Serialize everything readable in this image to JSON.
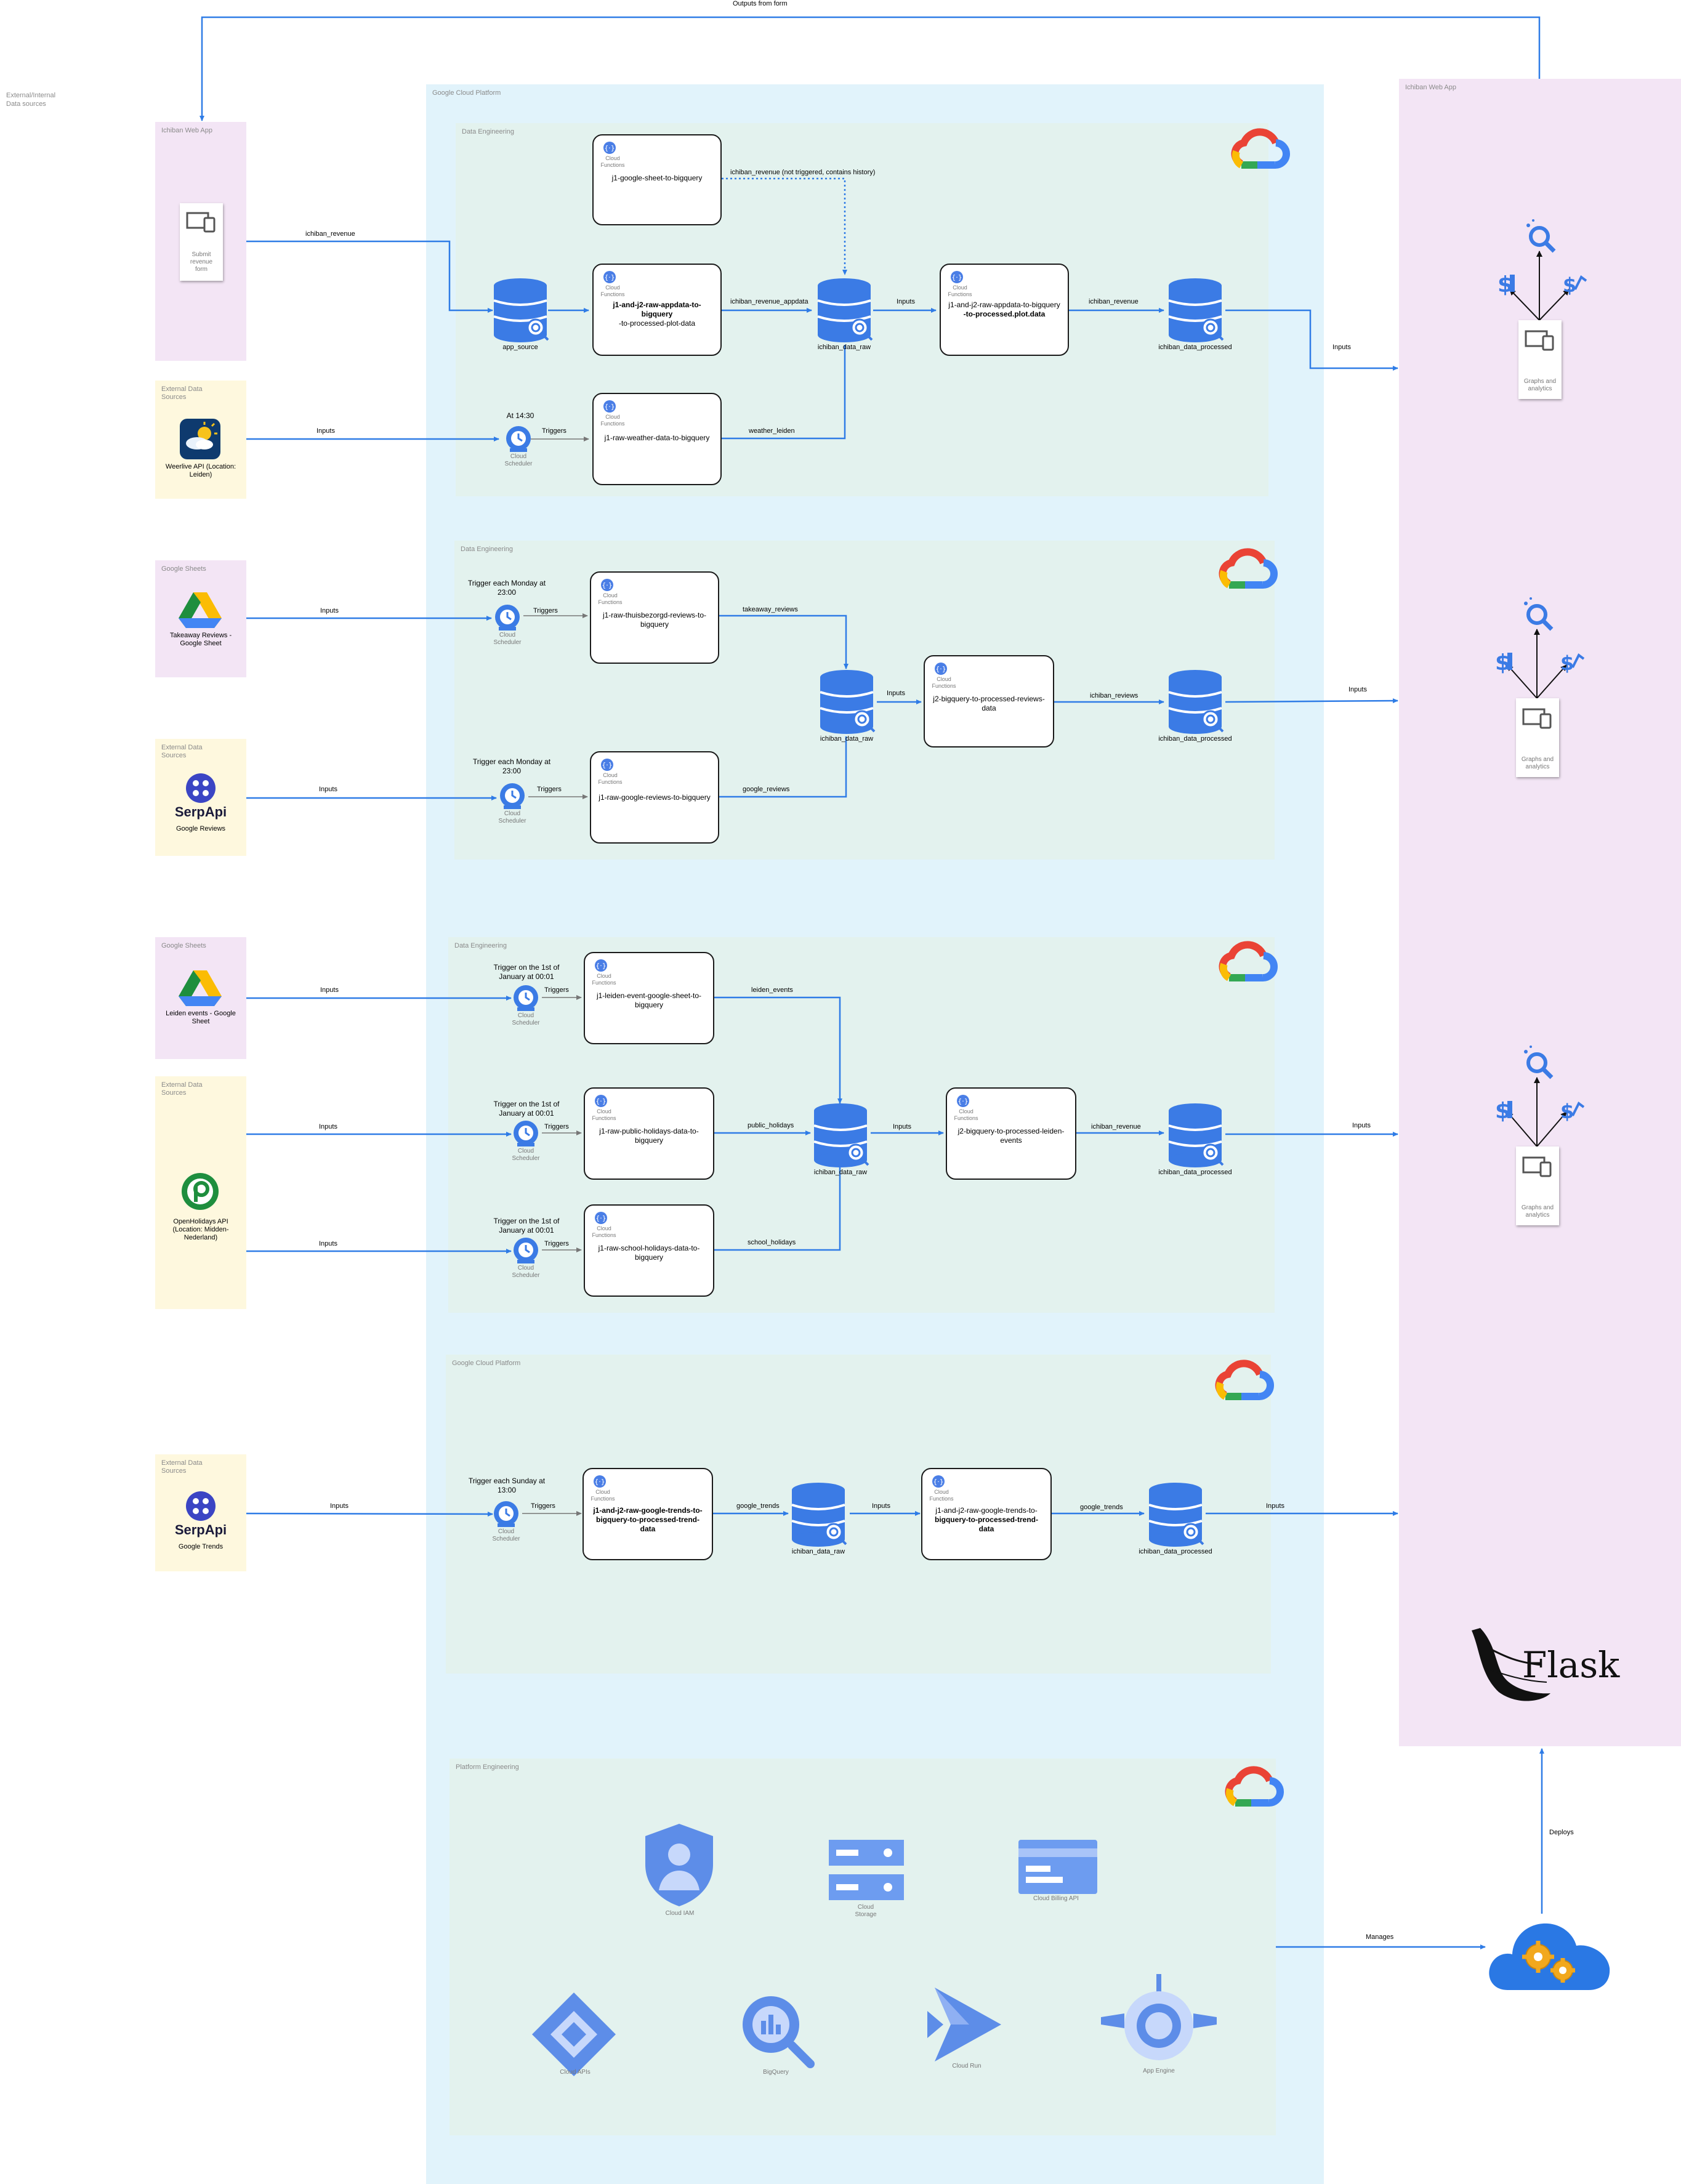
{
  "top": {
    "outputs_label": "Outputs from form"
  },
  "external": {
    "label": "External/Internal\nData sources"
  },
  "gcp_main_label": "Google Cloud Platform",
  "webapp_right": {
    "label": "Ichiban Web App",
    "graphs_label": "Graphs and analytics",
    "flask_label": "Flask"
  },
  "webapp_left": {
    "label": "Ichiban Web App",
    "form_label": "Submit revenue form"
  },
  "ext_weather": {
    "label": "External Data Sources",
    "caption": "Weerlive API (Location: Leiden)"
  },
  "gs_takeaway": {
    "label": "Google Sheets",
    "caption": "Takeaway Reviews - Google Sheet"
  },
  "ext_serp1": {
    "label": "External Data Sources",
    "brand": "SerpApi",
    "caption": "Google Reviews"
  },
  "gs_leiden": {
    "label": "Google Sheets",
    "caption": "Leiden events - Google Sheet"
  },
  "ext_holidays": {
    "label": "External Data Sources",
    "caption": "OpenHolidays API (Location: Midden-Nederland)"
  },
  "ext_serp2": {
    "label": "External Data Sources",
    "brand": "SerpApi",
    "caption": "Google Trends"
  },
  "common": {
    "cloud_functions": "Cloud Functions",
    "cloud_scheduler": "Cloud Scheduler",
    "inputs": "Inputs",
    "triggers": "Triggers",
    "raw": "ichiban_data_raw",
    "processed": "ichiban_data_processed"
  },
  "de1": {
    "label": "Data Engineering",
    "fn_sheet": "j1-google-sheet-to-bigquery",
    "fn_appdata_a": "j1-and-j2-raw-appdata-to-bigquery",
    "fn_appdata_b": "-to-processed-plot-data",
    "fn_weather": "j1-raw-weather-data-to-bigquery",
    "fn_proc_a": "j1-and-j2-raw-appdata-to-bigquery",
    "fn_proc_b": "-to-processed.plot.data",
    "db_source": "app_source",
    "sched_time": "At 14:30",
    "e_rev": "ichiban_revenue",
    "e_rev_note": "ichiban_revenue (not triggered, contains history)",
    "e_rev_app": "ichiban_revenue_appdata",
    "e_weather": "weather_leiden",
    "e_rev_out": "ichiban_revenue"
  },
  "de2": {
    "label": "Data Engineering",
    "sched1_time": "Trigger each Monday at 23:00",
    "sched2_time": "Trigger each Monday at 23:00",
    "fn_takeaway": "j1-raw-thuisbezorgd-reviews-to-bigquery",
    "fn_google": "j1-raw-google-reviews-to-bigquery",
    "fn_proc": "j2-bigquery-to-processed-reviews-data",
    "e_takeaway": "takeaway_reviews",
    "e_google": "google_reviews",
    "e_out": "ichiban_reviews"
  },
  "de3": {
    "label": "Data Engineering",
    "sched1_time": "Trigger on the 1st of January at 00:01",
    "sched2_time": "Trigger on the 1st of January at 00:01",
    "sched3_time": "Trigger on the 1st of January at 00:01",
    "fn_leiden": "j1-leiden-event-google-sheet-to-bigquery",
    "fn_public": "j1-raw-public-holidays-data-to-bigquery",
    "fn_school": "j1-raw-school-holidays-data-to-bigquery",
    "fn_proc": "j2-bigquery-to-processed-leiden-events",
    "e_leiden": "leiden_events",
    "e_public": "public_holidays",
    "e_school": "school_holidays",
    "e_out": "ichiban_revenue"
  },
  "de4": {
    "label": "Google Cloud Platform",
    "sched_time": "Trigger each Sunday at 13:00",
    "fn_trends_a": "j1-and-j2-raw-google-trends-to-",
    "fn_trends_b": "bigquery-to-processed-trend-data",
    "fn_proc_a": "j1-and-j2-raw-google-trends-to-",
    "fn_proc_b": "bigquery-to-processed-trend-data",
    "e_trends": "google_trends",
    "e_out": "google_trends"
  },
  "platform": {
    "label": "Platform Engineering",
    "iam": "Cloud IAM",
    "storage": "Cloud Storage",
    "billing": "Cloud Billing API",
    "apis": "Cloud APIs",
    "bigquery": "BigQuery",
    "run": "Cloud Run",
    "appengine": "App Engine",
    "manages": "Manages",
    "deploys": "Deploys"
  },
  "colors": {
    "arrow": "#2f7ce6",
    "db": "#3b7be5",
    "gcp_bg": "#e1f3fb",
    "de_bg": "#e3f2ee",
    "web_bg": "#f3e5f5",
    "ext_bg": "#fef8de"
  }
}
